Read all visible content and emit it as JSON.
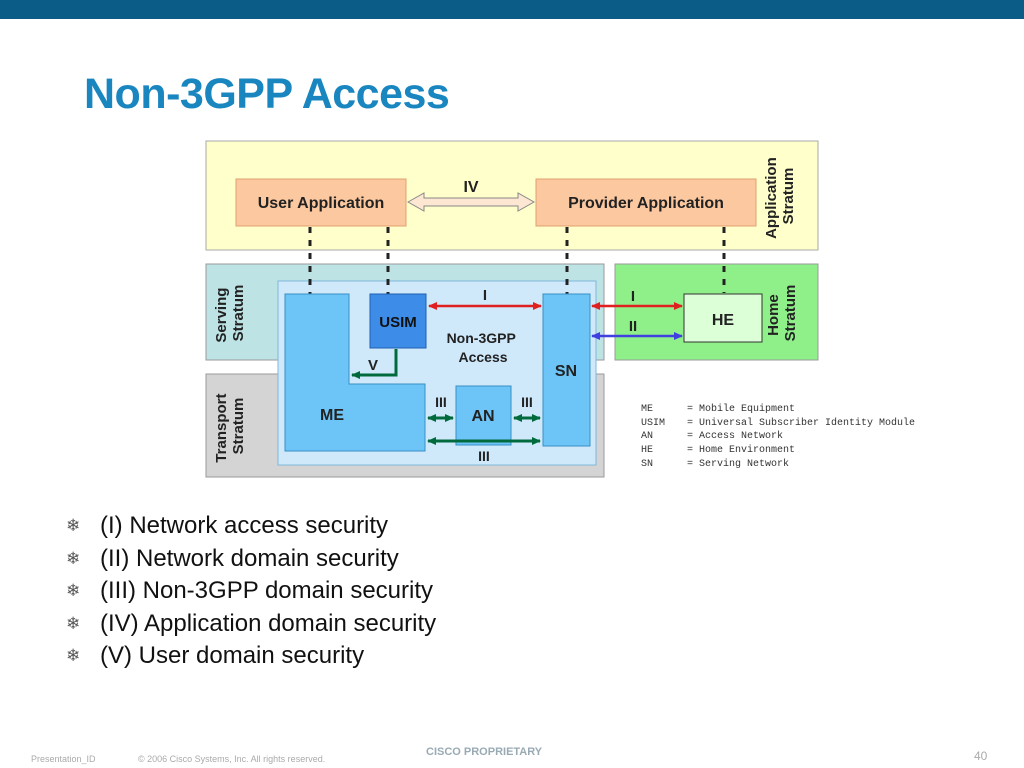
{
  "title": "Non-3GPP Access",
  "diagram": {
    "strata": {
      "application": [
        "Application",
        "Stratum"
      ],
      "serving": [
        "Serving",
        "Stratum"
      ],
      "home": [
        "Home",
        "Stratum"
      ],
      "transport": [
        "Transport",
        "Stratum"
      ]
    },
    "nodes": {
      "user_application": "User Application",
      "provider_application": "Provider Application",
      "usim": "USIM",
      "me": "ME",
      "an": "AN",
      "sn": "SN",
      "he": "HE",
      "access_line1": "Non-3GPP",
      "access_line2": "Access"
    },
    "interfaces": {
      "iv": "IV",
      "i_usim_sn": "I",
      "i_sn_he": "I",
      "ii": "II",
      "v": "V",
      "iii_left": "III",
      "iii_right": "III",
      "iii_bottom": "III"
    },
    "colors": {
      "application_stratum": "#ffffcc",
      "serving_stratum": "#bde3e5",
      "home_stratum": "#8ff08a",
      "transport_stratum": "#d4d4d4",
      "application_box": "#fcc8a0",
      "node_blue": "#6cc4f7",
      "usim": "#3c8ce8",
      "red_arrow": "#e02020",
      "blue_arrow": "#4040e0",
      "green_arrow": "#006a3c"
    }
  },
  "legend": [
    {
      "abbr": "ME",
      "meaning": "= Mobile Equipment"
    },
    {
      "abbr": "USIM",
      "meaning": "= Universal Subscriber Identity Module"
    },
    {
      "abbr": "AN",
      "meaning": "= Access Network"
    },
    {
      "abbr": "HE",
      "meaning": "= Home Environment"
    },
    {
      "abbr": "SN",
      "meaning": "= Serving Network"
    }
  ],
  "bullets": [
    "(I) Network access security",
    "(II) Network domain security",
    "(III) Non-3GPP domain security",
    "(IV) Application domain security",
    "(V) User domain security"
  ],
  "bullet_icon": "snowflake-icon",
  "footer": {
    "presentation_id": "Presentation_ID",
    "copyright": "© 2006 Cisco Systems, Inc. All rights reserved.",
    "proprietary": "CISCO PROPRIETARY",
    "page_number": "40"
  }
}
